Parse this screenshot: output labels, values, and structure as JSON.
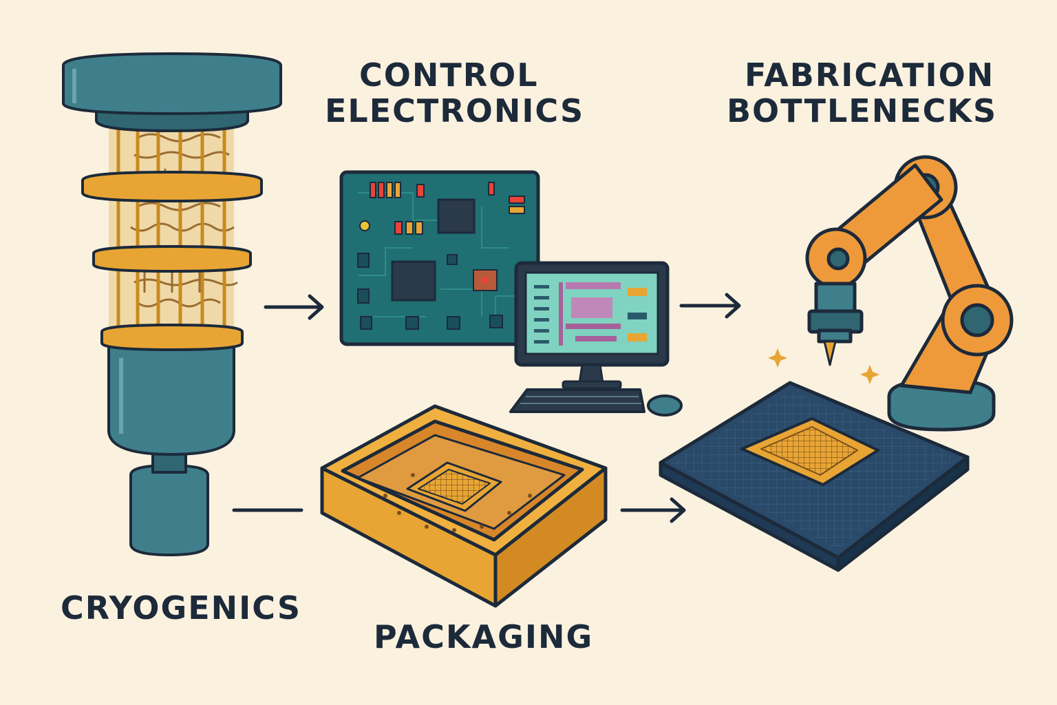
{
  "labels": {
    "control": [
      "CONTROL",
      "ELECTRONICS"
    ],
    "fabrication": [
      "FABRICATION",
      "BOTTLENECKS"
    ],
    "cryogenics": "CRYOGENICS",
    "packaging": "PACKAGING"
  },
  "colors": {
    "background": "#fbf1df",
    "ink": "#1c2a3a",
    "teal": "#3f7f8c",
    "teal_dark": "#2f6672",
    "gold": "#e8a534",
    "orange": "#ef9a3a",
    "board": "#1f6f73",
    "screen": "#7fd3c0",
    "substrate": "#2a4a6a"
  },
  "icons": [
    "cryostat-icon",
    "circuit-board-icon",
    "monitor-icon",
    "keyboard-icon",
    "mouse-icon",
    "package-tray-icon",
    "robot-arm-icon",
    "wafer-chip-icon",
    "sparkle-icon",
    "arrow-right-icon"
  ]
}
